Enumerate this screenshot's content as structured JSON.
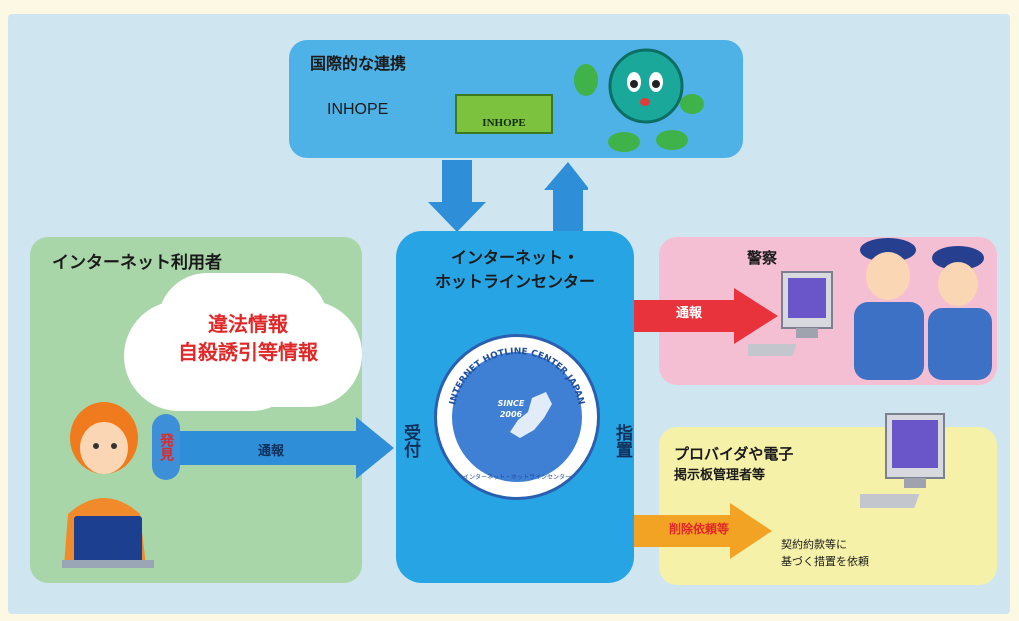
{
  "international": {
    "title": "国際的な連携",
    "name": "INHOPE",
    "logo_text": "INHOPE"
  },
  "users": {
    "title": "インターネット利用者",
    "cloud_line1": "違法情報",
    "cloud_line2": "自殺誘引等情報",
    "discover": "発見",
    "report": "通報"
  },
  "center": {
    "title_line1": "インターネット・",
    "title_line2": "ホットラインセンター",
    "receive": "受付",
    "indicate": "指置",
    "seal_top": "INTERNET HOTLINE CENTER JAPAN",
    "seal_since": "SINCE",
    "seal_year": "2006",
    "seal_bottom": "インターネット・ホットラインセンター"
  },
  "police": {
    "title": "警察",
    "report": "通報"
  },
  "provider": {
    "title_line1": "プロバイダや電子",
    "title_line2": "掲示板管理者等",
    "request": "削除依頼等",
    "note_line1": "契約約款等に",
    "note_line2": "基づく措置を依頼"
  },
  "colors": {
    "arrow_blue": "#2e8fd8",
    "arrow_red": "#e8333c",
    "arrow_orange": "#f2a324"
  }
}
